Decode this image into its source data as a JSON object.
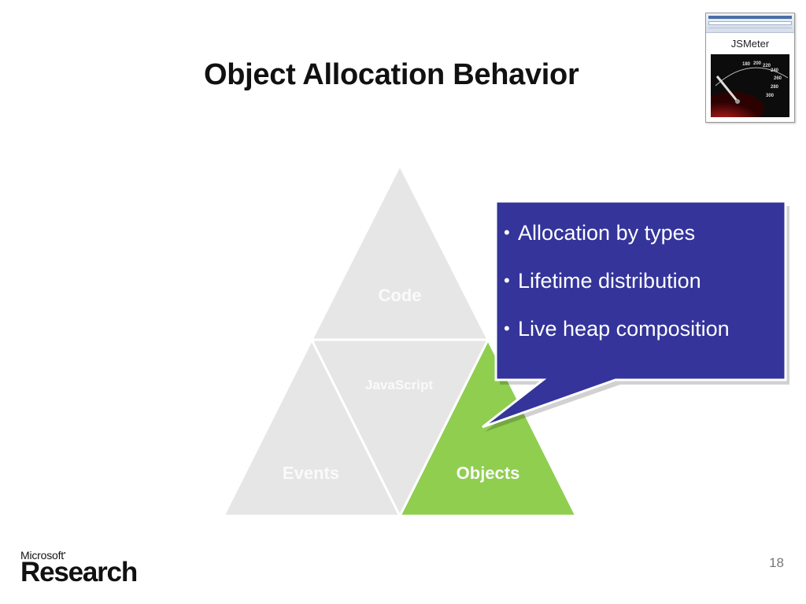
{
  "slide": {
    "title": "Object Allocation Behavior",
    "page_number": "18"
  },
  "thumbnail": {
    "label": "JSMeter",
    "gauge_ticks": [
      "180",
      "200",
      "220",
      "240",
      "260",
      "280",
      "300"
    ]
  },
  "diagram": {
    "segments": {
      "code": "Code",
      "javascript": "JavaScript",
      "events": "Events",
      "objects": "Objects"
    }
  },
  "callout": {
    "bullets": [
      "Allocation by types",
      "Lifetime distribution",
      "Live heap composition"
    ]
  },
  "logo": {
    "company": "Microsoft",
    "division": "Research"
  },
  "colors": {
    "segment_gray": "#e6e6e6",
    "objects_green": "#8fce4f",
    "callout_blue": "#34349a",
    "segment_label": "#fafafa"
  }
}
